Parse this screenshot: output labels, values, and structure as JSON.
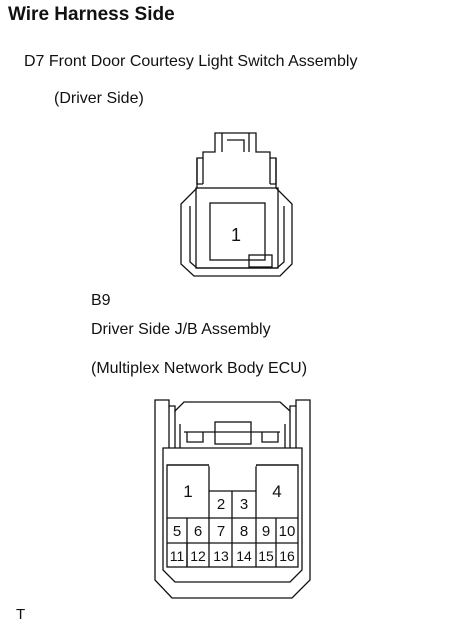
{
  "title": "Wire Harness Side",
  "connector1": {
    "title": "D7 Front Door Courtesy Light Switch Assembly",
    "subtitle": "(Driver Side)",
    "pins": [
      "1"
    ]
  },
  "connector2": {
    "code": "B9",
    "title": "Driver Side J/B Assembly",
    "subtitle": "(Multiplex Network Body ECU)",
    "pins": [
      "1",
      "2",
      "3",
      "4",
      "5",
      "6",
      "7",
      "8",
      "9",
      "10",
      "11",
      "12",
      "13",
      "14",
      "15",
      "16"
    ]
  },
  "footer": "T"
}
